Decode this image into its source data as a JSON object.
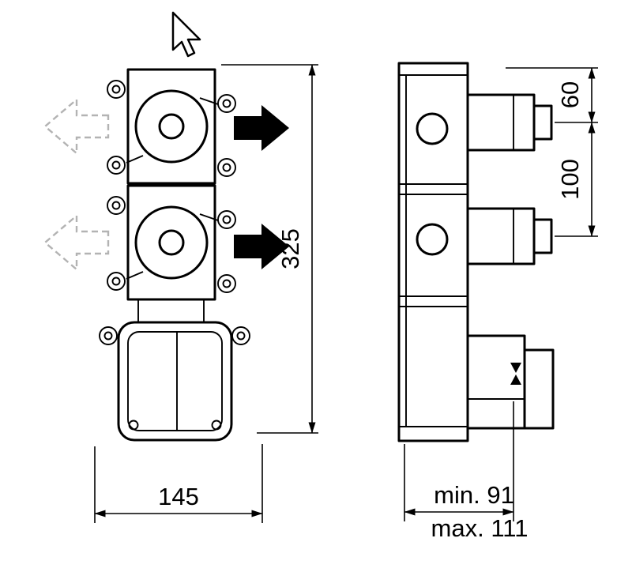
{
  "drawing": {
    "background": "#ffffff",
    "line_color": "#000000",
    "dashed_arrow_color": "#b3b3b3",
    "dimensions": {
      "overall_height": "325",
      "overall_width": "145",
      "port_top_offset": "60",
      "port_spacing": "100",
      "depth_min": "min. 91",
      "depth_max": "max. 111"
    }
  }
}
